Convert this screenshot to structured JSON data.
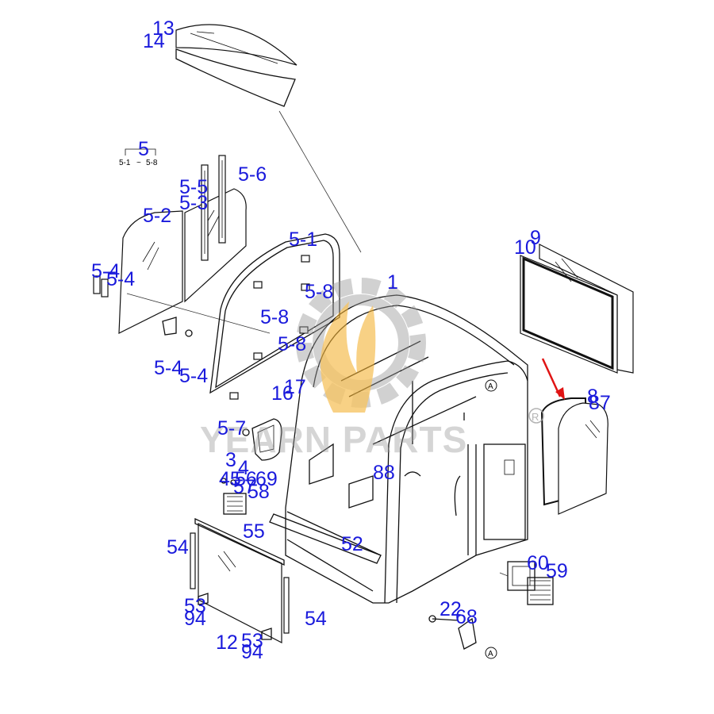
{
  "watermark": {
    "brand": "YEARN PARTS",
    "registered_mark": "R"
  },
  "group_label": {
    "number": "5",
    "range_start": "5-1",
    "tilde": "~",
    "range_end": "5-8"
  },
  "callouts": {
    "c13": "13",
    "c14": "14",
    "c5_6": "5-6",
    "c5_5": "5-5",
    "c5_3": "5-3",
    "c5_2": "5-2",
    "c5_1": "5-1",
    "c5_4a": "5-4",
    "c5_4b": "5-4",
    "c5_4c": "5-4",
    "c5_4d": "5-4",
    "c5_8a": "5-8",
    "c5_8b": "5-8",
    "c5_8c": "5-8",
    "c1": "1",
    "c9": "9",
    "c10": "10",
    "c16": "16",
    "c17": "17",
    "c5_7": "5-7",
    "c3": "3",
    "c4": "4",
    "c45": "45",
    "c69": "69",
    "c56": "56",
    "c57": "57",
    "c58": "58",
    "c88": "88",
    "c55": "55",
    "c54a": "54",
    "c54b": "54",
    "c52": "52",
    "c53a": "53",
    "c94a": "94",
    "c12": "12",
    "c53b": "53",
    "c94b": "94",
    "c8": "8",
    "c87": "87",
    "c60": "60",
    "c59": "59",
    "c22": "22",
    "c68": "68"
  },
  "markers": {
    "marker_a1": "A",
    "marker_a2": "A"
  }
}
